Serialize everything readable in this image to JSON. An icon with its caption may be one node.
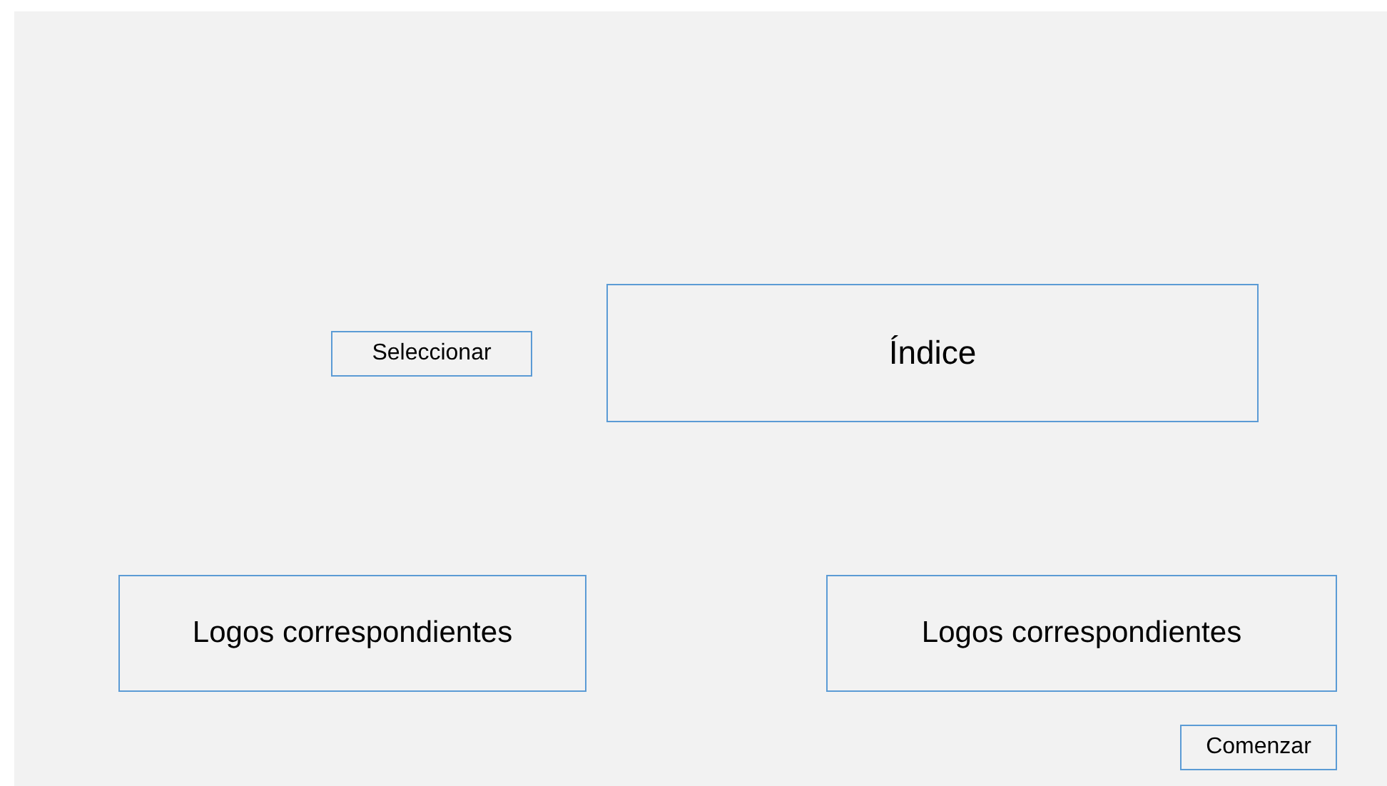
{
  "diagram": {
    "nodes": [
      {
        "text": [
          "Seleccionar"
        ]
      },
      {
        "text": [
          "Índice"
        ]
      },
      {
        "text": [
          "Logos correspondientes"
        ]
      },
      {
        "text": [
          "Logos correspondientes"
        ]
      },
      {
        "text": [
          "Comenzar"
        ]
      }
    ]
  }
}
